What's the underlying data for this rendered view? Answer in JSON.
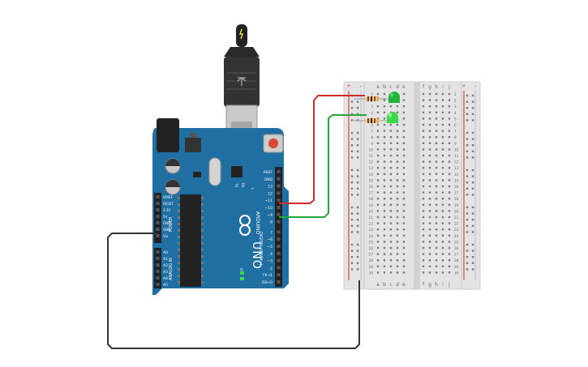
{
  "arduino": {
    "brand": "ARDUINO",
    "model": "UNO",
    "on_label": "ON",
    "tx_rx_top": [
      "TX",
      "RX"
    ],
    "l_label": "L",
    "digital_label": "DIGITAL (PWM~)",
    "digital_pins": [
      "AREF",
      "GND",
      "13",
      "12",
      "~11",
      "~10",
      "~9",
      "8",
      "7",
      "~6",
      "~5",
      "4",
      "~3",
      "2",
      "TX→1",
      "RX←0"
    ],
    "power_label": "POWER",
    "power_pins": [
      "IOREF",
      "RESET",
      "3.3V",
      "5V",
      "GND",
      "GND",
      "Vin"
    ],
    "analog_label": "ANALOG IN",
    "analog_pins": [
      "A0",
      "A1",
      "A2",
      "A3",
      "A4",
      "A5"
    ]
  },
  "breadboard": {
    "columns_left": [
      "a",
      "b",
      "c",
      "d",
      "e"
    ],
    "columns_right": [
      "f",
      "g",
      "h",
      "i",
      "j"
    ],
    "rows": 30,
    "rail_plus": "+",
    "rail_minus": "-"
  },
  "components": {
    "led_color": "#3fd64a",
    "wire_red": "#d42a2a",
    "wire_green": "#22a83a",
    "wire_black": "#333333",
    "board_color": "#1f6fa3"
  }
}
